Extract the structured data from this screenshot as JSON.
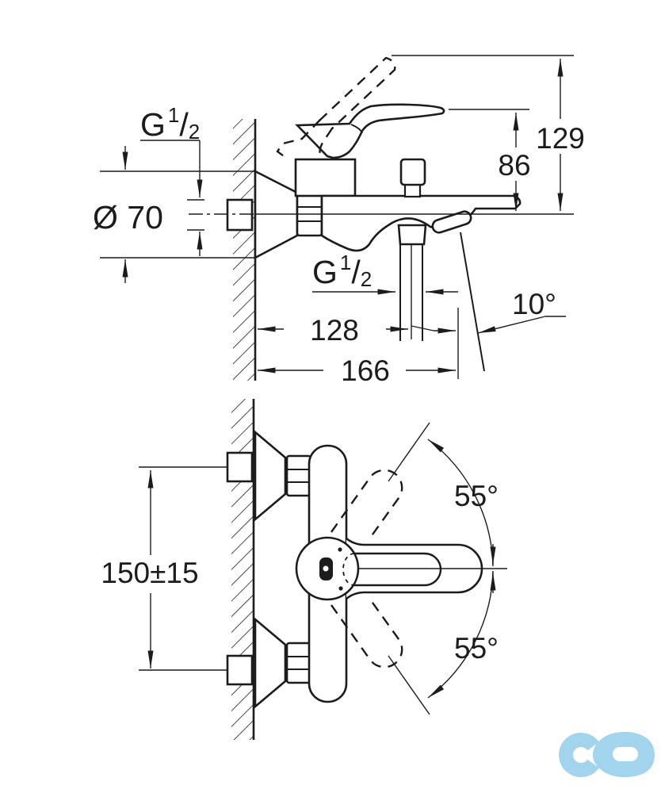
{
  "colors": {
    "background": "#ffffff",
    "line": "#1c1c1c",
    "logo": "#a3d4ed"
  },
  "side_view": {
    "dims": {
      "wall_thread": {
        "base": "G",
        "num": "1",
        "slash": "/",
        "den": "2"
      },
      "escutcheon_diameter": "Ø 70",
      "total_height": "129",
      "body_height": "86",
      "shower_thread": {
        "base": "G",
        "num": "1",
        "slash": "/",
        "den": "2"
      },
      "spout_angle": "10°",
      "shower_outlet_depth": "128",
      "total_depth": "166"
    }
  },
  "front_view": {
    "dims": {
      "connection_centers": "150±15",
      "swing_up": "55°",
      "swing_down": "55°"
    }
  }
}
